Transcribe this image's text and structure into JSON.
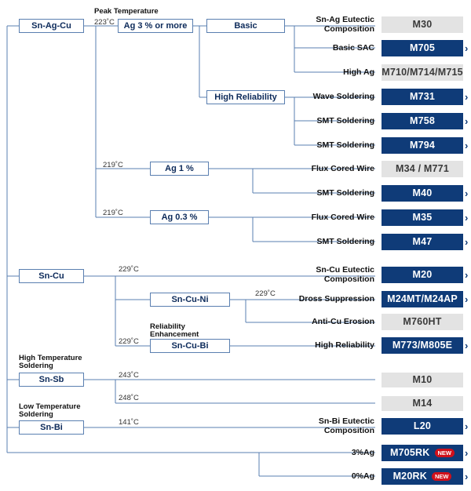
{
  "root_nodes": {
    "snagcu": "Sn-Ag-Cu",
    "sncu": "Sn-Cu",
    "snsb": "Sn-Sb",
    "snbi": "Sn-Bi"
  },
  "sub_nodes": {
    "ag3": "Ag 3 % or more",
    "basic": "Basic",
    "high_reliability": "High Reliability",
    "ag1": "Ag 1 %",
    "ag03": "Ag 0.3 %",
    "sncuni": "Sn-Cu-Ni",
    "sncubi": "Sn-Cu-Bi"
  },
  "captions": {
    "peak_temperature": "Peak Temperature",
    "reliability_enhancement": "Reliability Enhancement",
    "high_temperature_soldering": "High Temperature Soldering",
    "low_temperature_soldering": "Low Temperature Soldering"
  },
  "temperatures": {
    "t223": "223˚C",
    "t219a": "219˚C",
    "t219b": "219˚C",
    "t229a": "229˚C",
    "t229b": "229˚C",
    "t229c": "229˚C",
    "t243": "243˚C",
    "t248": "248˚C",
    "t141": "141˚C"
  },
  "rows": [
    {
      "application": "Sn-Ag Eutectic Composition",
      "product": "M30",
      "style": "grey",
      "link": false
    },
    {
      "application": "Basic SAC",
      "product": "M705",
      "style": "navy",
      "link": true
    },
    {
      "application": "High Ag",
      "product": "M710/M714/M715",
      "style": "grey",
      "link": false
    },
    {
      "application": "Wave Soldering",
      "product": "M731",
      "style": "navy",
      "link": true
    },
    {
      "application": "SMT Soldering",
      "product": "M758",
      "style": "navy",
      "link": true
    },
    {
      "application": "SMT Soldering",
      "product": "M794",
      "style": "navy",
      "link": true
    },
    {
      "application": "Flux Cored Wire",
      "product": "M34 / M771",
      "style": "grey",
      "link": false
    },
    {
      "application": "SMT Soldering",
      "product": "M40",
      "style": "navy",
      "link": true
    },
    {
      "application": "Flux Cored Wire",
      "product": "M35",
      "style": "navy",
      "link": true
    },
    {
      "application": "SMT Soldering",
      "product": "M47",
      "style": "navy",
      "link": true
    },
    {
      "application": "Sn-Cu Eutectic Composition",
      "product": "M20",
      "style": "navy",
      "link": true
    },
    {
      "application": "Dross Suppression",
      "product": "M24MT/M24AP",
      "style": "navy",
      "link": true
    },
    {
      "application": "Anti-Cu Erosion",
      "product": "M760HT",
      "style": "grey",
      "link": false
    },
    {
      "application": "High Reliability",
      "product": "M773/M805E",
      "style": "navy",
      "link": true
    },
    {
      "application": "",
      "product": "M10",
      "style": "grey",
      "link": false
    },
    {
      "application": "",
      "product": "M14",
      "style": "grey",
      "link": false
    },
    {
      "application": "Sn-Bi Eutectic Composition",
      "product": "L20",
      "style": "navy",
      "link": true
    },
    {
      "application": "3%Ag",
      "product": "M705RK",
      "style": "navy",
      "link": true,
      "badge": "NEW"
    },
    {
      "application": "0%Ag",
      "product": "M20RK",
      "style": "navy",
      "link": true,
      "badge": "NEW"
    }
  ],
  "colors": {
    "navy": "#0f3b78",
    "grey": "#e3e3e3",
    "line": "#5a7fb0",
    "badge_red": "#d0101b"
  }
}
